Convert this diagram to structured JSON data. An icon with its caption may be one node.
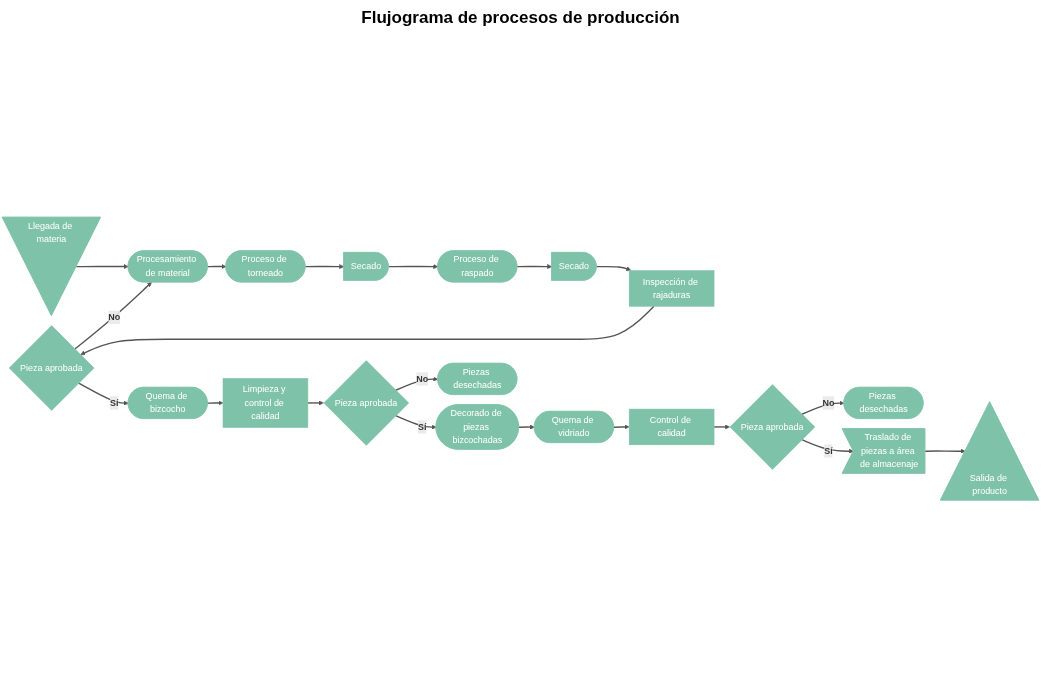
{
  "diagram": {
    "title": "Flujograma de procesos de producción",
    "nodes": [
      {
        "text": [
          "Llegada de materia"
        ]
      },
      {
        "text": [
          "Procesamiento de material"
        ]
      },
      {
        "text": [
          "Proceso de torneado"
        ]
      },
      {
        "text": [
          "Secado"
        ]
      },
      {
        "text": [
          "Proceso de raspado"
        ]
      },
      {
        "text": [
          "Inspección de rajaduras"
        ]
      },
      {
        "text": [
          "Secado"
        ]
      },
      {
        "text": [
          "Limpieza y control de calidad"
        ]
      },
      {
        "text": [
          "Pieza aprobada"
        ]
      },
      {
        "text": [
          "Quema de bizcocho"
        ]
      },
      {
        "text": [
          "Quema de vidriado"
        ]
      },
      {
        "text": [
          "Control de calidad"
        ]
      },
      {
        "text": [
          "Pieza aprobada"
        ]
      },
      {
        "text": [
          "Decorado de piezas bizcochadas"
        ]
      },
      {
        "text": [
          "Piezas desechadas"
        ]
      },
      {
        "text": [
          "Pieza aprobada"
        ]
      },
      {
        "text": [
          "Traslado de piezas a área de almacenaje"
        ]
      },
      {
        "text": [
          "Piezas desechadas"
        ]
      },
      {
        "text": [
          "Salida de producto"
        ]
      }
    ],
    "edges": [
      {
        "from": 0,
        "to": 1,
        "arrow": "to"
      },
      {
        "from": 1,
        "to": 2,
        "arrow": "to"
      },
      {
        "from": 2,
        "to": 3,
        "arrow": "to"
      },
      {
        "from": 3,
        "to": 4,
        "arrow": "to"
      },
      {
        "from": 4,
        "to": 6,
        "arrow": "to"
      },
      {
        "from": 6,
        "to": 5,
        "arrow": "to"
      },
      {
        "from": 5,
        "to": 8,
        "arrow": "to"
      },
      {
        "from": 8,
        "to": 1,
        "label": "No",
        "arrow": "to"
      },
      {
        "from": 8,
        "to": 9,
        "label": "Sí",
        "arrow": "to"
      },
      {
        "from": 9,
        "to": 7,
        "arrow": "to"
      },
      {
        "from": 7,
        "to": 12,
        "arrow": "to"
      },
      {
        "from": 12,
        "to": 13,
        "label": "Sí",
        "arrow": "to"
      },
      {
        "from": 12,
        "to": 17,
        "label": "No",
        "arrow": "to"
      },
      {
        "from": 13,
        "to": 10,
        "arrow": "to"
      },
      {
        "from": 10,
        "to": 11,
        "arrow": "to"
      },
      {
        "from": 11,
        "to": 15,
        "arrow": "to"
      },
      {
        "from": 15,
        "to": 14,
        "label": "No",
        "arrow": "to"
      },
      {
        "from": 15,
        "to": 16,
        "label": "Sí",
        "arrow": "to"
      },
      {
        "from": 16,
        "to": 18,
        "arrow": "to"
      }
    ]
  }
}
